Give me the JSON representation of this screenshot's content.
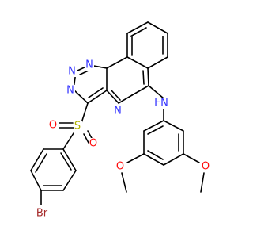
{
  "molecule": {
    "colors": {
      "carbon_bond": "#000000",
      "nitrogen": "#3333ff",
      "oxygen": "#ff0d0d",
      "sulfur": "#b2b200",
      "bromine": "#a52a2a",
      "background": "#ffffff"
    },
    "atom_labels": {
      "n_triazole_1": "N",
      "n_triazole_2": "N",
      "n_triazole_3": "N",
      "n_ring": "N",
      "n_amine": "N",
      "h_amine": "H",
      "sulfur": "S",
      "o_sulfonyl_1": "O",
      "o_sulfonyl_2": "O",
      "o_methoxy_1": "O",
      "o_methoxy_2": "O",
      "bromine": "Br"
    }
  }
}
